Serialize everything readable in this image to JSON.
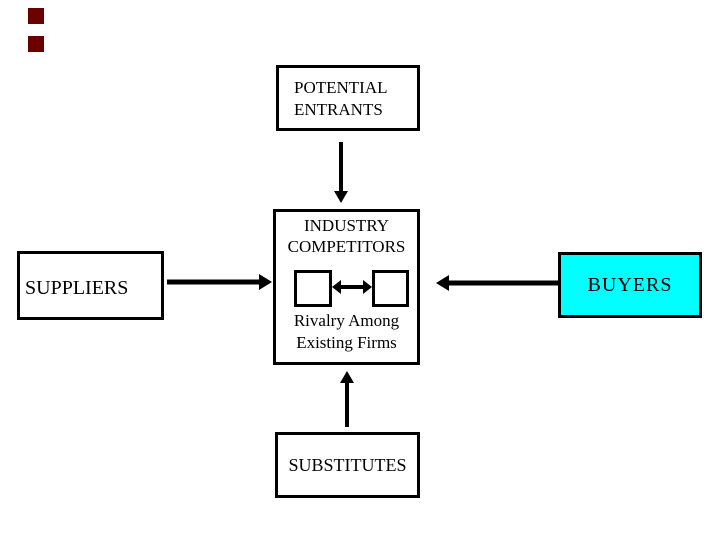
{
  "boxes": {
    "potential_entrants": {
      "line1": "POTENTIAL",
      "line2": "ENTRANTS"
    },
    "industry_competitors": {
      "line1": "INDUSTRY",
      "line2": "COMPETITORS",
      "caption_line1": "Rivalry Among",
      "caption_line2": "Existing Firms"
    },
    "suppliers": {
      "label": "SUPPLIERS"
    },
    "buyers": {
      "label": "BUYERS"
    },
    "substitutes": {
      "label": "SUBSTITUTES"
    }
  },
  "connections": [
    {
      "from": "potential_entrants",
      "to": "industry_competitors",
      "direction": "down"
    },
    {
      "from": "suppliers",
      "to": "industry_competitors",
      "direction": "right"
    },
    {
      "from": "buyers",
      "to": "industry_competitors",
      "direction": "left"
    },
    {
      "from": "substitutes",
      "to": "industry_competitors",
      "direction": "up"
    },
    {
      "from": "competitor_square_left",
      "to": "competitor_square_right",
      "direction": "both"
    }
  ],
  "colors": {
    "background": "#ffffff",
    "box_border": "#000000",
    "text": "#000000",
    "arrow": "#000000",
    "buyers_fill": "#00ffff",
    "corner_marker": "#6b0000"
  }
}
